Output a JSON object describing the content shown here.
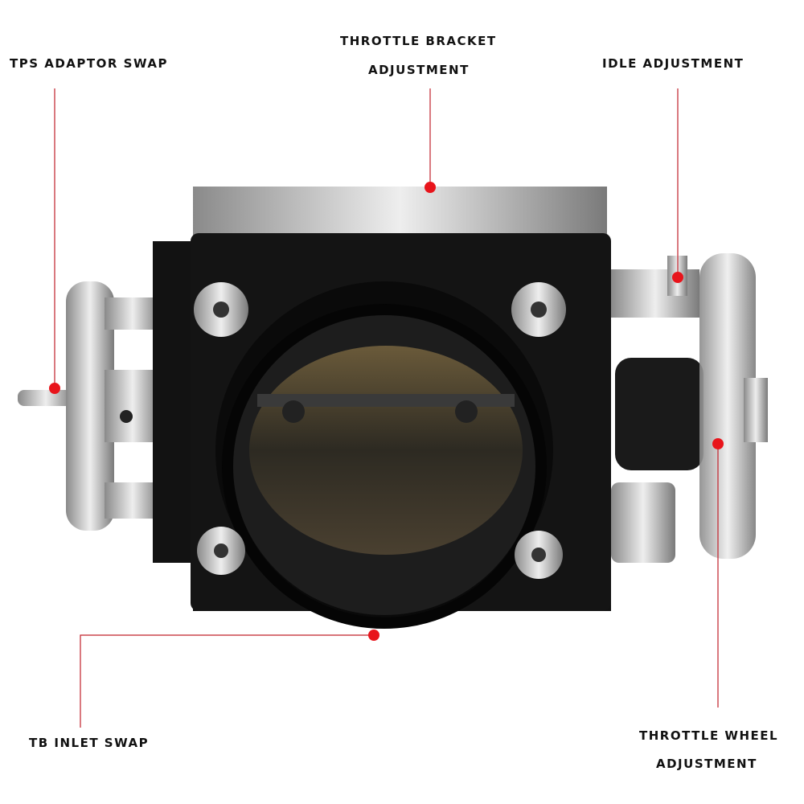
{
  "callouts": {
    "tps": "TPS ADAPTOR SWAP",
    "bracket_line1": "THROTTLE BRACKET",
    "bracket_line2": "ADJUSTMENT",
    "idle": "IDLE ADJUSTMENT",
    "inlet": "TB INLET SWAP",
    "wheel_line1": "THROTTLE WHEEL",
    "wheel_line2": "ADJUSTMENT"
  },
  "colors": {
    "marker": "#e8141b",
    "body": "#111111",
    "silver": "#c8c8c8"
  }
}
